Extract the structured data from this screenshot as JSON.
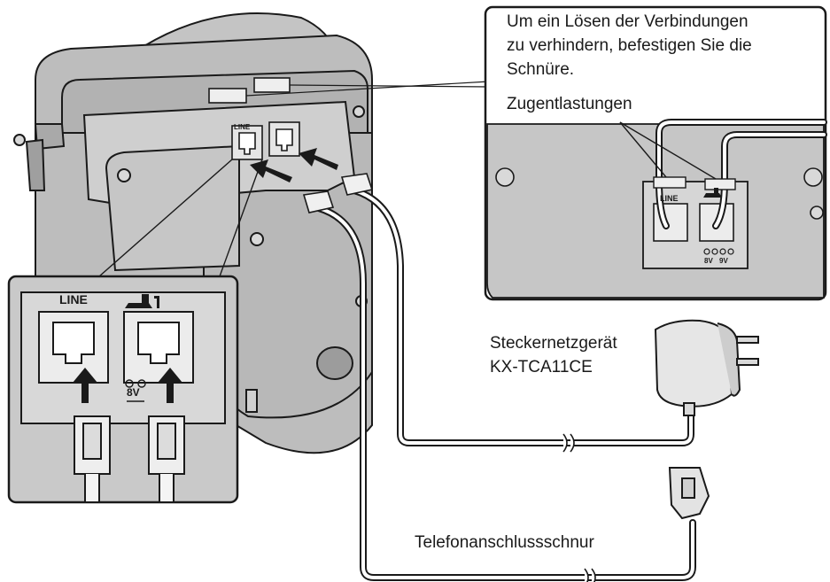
{
  "callout": {
    "line1": "Um ein Lösen der Verbindungen",
    "line2": "zu verhindern, befestigen Sie die",
    "line3": "Schnüre.",
    "strain_relief": "Zugentlastungen"
  },
  "adapter": {
    "label": "Steckernetzgerät",
    "model": "KX-TCA11CE"
  },
  "cord": {
    "label": "Telefonanschlussschnur"
  },
  "jacks": {
    "line": "LINE",
    "voltage_inset": "8V",
    "voltage_detail_a": "8V",
    "voltage_detail_b": "9V"
  },
  "colors": {
    "device_fill": "#bdbdbd",
    "device_shade": "#a9a9a9",
    "panel_fill": "#cfcfcf",
    "outline": "#1a1a1a",
    "arrow": "#1a1a1a",
    "adapter_fill": "#e6e6e6"
  }
}
